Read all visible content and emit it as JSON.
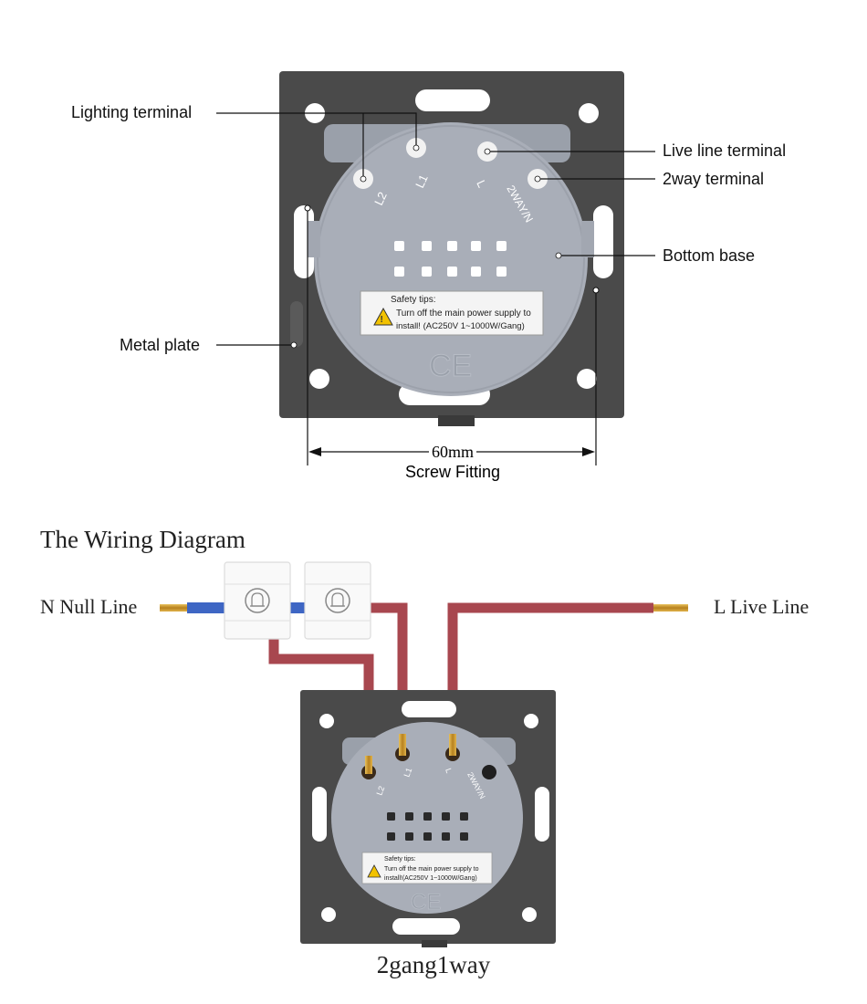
{
  "top_diagram": {
    "callouts": {
      "lighting_terminal": "Lighting terminal",
      "live_line_terminal": "Live line terminal",
      "twoway_terminal": "2way terminal",
      "bottom_base": "Bottom base",
      "metal_plate": "Metal plate"
    },
    "terminals": [
      "L2",
      "L1",
      "L",
      "2WAY/N"
    ],
    "safety": {
      "heading": "Safety tips:",
      "line1": "Turn off the main power supply to",
      "line2": "install! (AC250V  1~1000W/Gang)"
    },
    "ce_mark": "CE",
    "dimension": {
      "value": "60mm",
      "label": "Screw Fitting"
    }
  },
  "wiring": {
    "title": "The Wiring Diagram",
    "neutral_label": "N Null Line",
    "live_label": "L Live Line",
    "caption": "2gang1way",
    "safety": {
      "heading": "Safety tips:",
      "line1": "Turn off the main power supply to",
      "line2": "install!(AC250V  1~1000W/Gang)"
    },
    "terminals": [
      "L2",
      "L1",
      "L",
      "2WAY/N"
    ],
    "ce_mark": "CE"
  },
  "colors": {
    "plate": "#4a4a4a",
    "base": "#a9aeb8",
    "live_wire": "#a8474f",
    "neutral_wire": "#3e66c4",
    "copper": "#c99a2e"
  },
  "icons": [
    "warning-icon",
    "bell-icon",
    "ce-mark-icon"
  ]
}
